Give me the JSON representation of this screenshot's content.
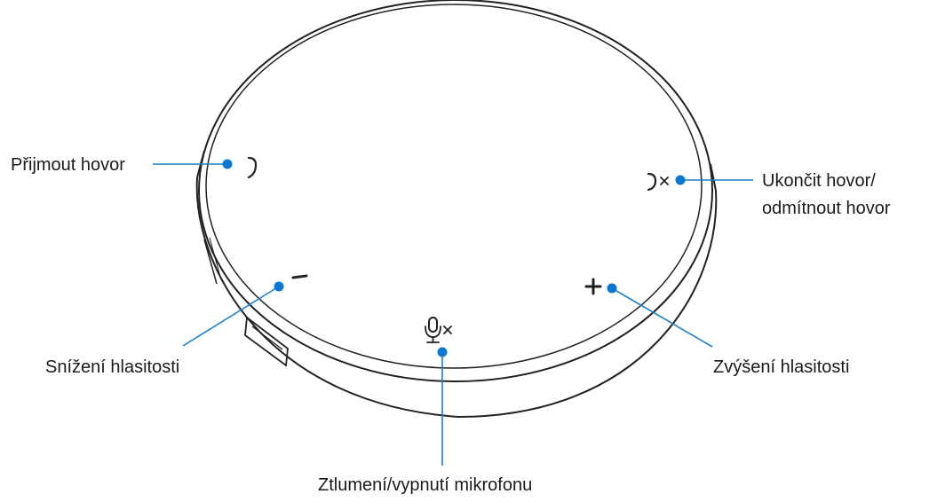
{
  "colors": {
    "leader_line": "#1f7fc8",
    "dot": "#0a78d2",
    "device_outline": "#222222",
    "background": "#ffffff"
  },
  "labels": {
    "answer_call": "Přijmout hovor",
    "end_call_line1": "Ukončit hovor/",
    "end_call_line2": "odmítnout hovor",
    "volume_down": "Snížení hlasitosti",
    "volume_up": "Zvýšení hlasitosti",
    "mic_mute": "Ztlumení/vypnutí mikrofonu"
  },
  "icons": {
    "answer": "phone-answer-icon",
    "end": "phone-end-icon",
    "minus": "minus-icon",
    "plus": "plus-icon",
    "mic_mute": "microphone-mute-icon"
  }
}
